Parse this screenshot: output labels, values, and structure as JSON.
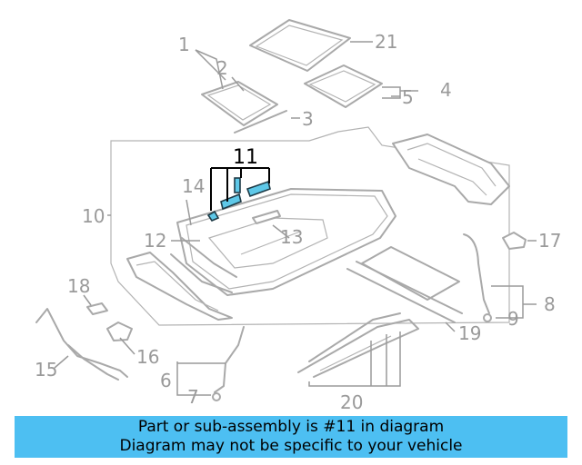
{
  "callouts": {
    "c1": "1",
    "c2": "2",
    "c3": "3",
    "c4": "4",
    "c5": "5",
    "c6": "6",
    "c7": "7",
    "c8": "8",
    "c9": "9",
    "c10": "10",
    "c11": "11",
    "c12": "12",
    "c13": "13",
    "c14": "14",
    "c15": "15",
    "c16": "16",
    "c17": "17",
    "c18": "18",
    "c19": "19",
    "c20": "20",
    "c21": "21"
  },
  "highlighted_part": "11",
  "colors": {
    "banner": "#4dbff2",
    "highlight": "#5ec8e8",
    "lines": "#a9a9a9"
  },
  "banner": {
    "line1": "Part or sub-assembly is #11 in diagram",
    "line2": "Diagram may not be specific to your vehicle"
  }
}
